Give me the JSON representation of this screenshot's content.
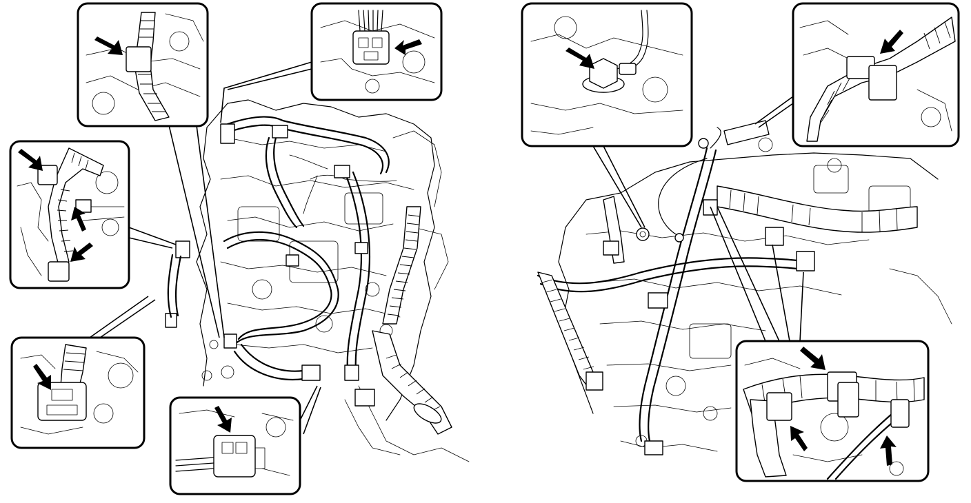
{
  "figure": {
    "views": [
      {
        "id": "left-view",
        "callouts": [
          "tl1",
          "tm2",
          "ml3",
          "bl4",
          "bm5"
        ]
      },
      {
        "id": "right-view",
        "callouts": [
          "tr1",
          "tr2",
          "br3"
        ]
      }
    ],
    "icons": {
      "arrow": "arrow-pointer-icon",
      "connector": "wire-connector-icon",
      "clamp": "harness-clamp-icon",
      "bolt": "ground-bolt-icon"
    },
    "colors": {
      "ink": "#000000",
      "paper": "#ffffff"
    }
  }
}
